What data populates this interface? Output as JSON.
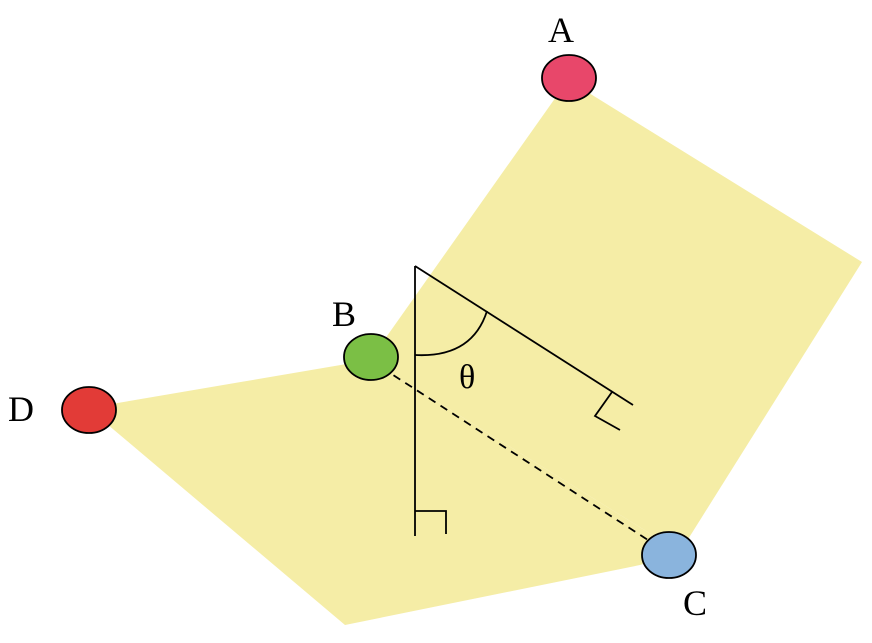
{
  "labels": {
    "A": "A",
    "B": "B",
    "C": "C",
    "D": "D",
    "theta": "θ"
  },
  "colors": {
    "plane_fill": "#f5eda6",
    "point_A": "#e8476a",
    "point_B": "#7bbf45",
    "point_C": "#8ab4dd",
    "point_D": "#e23b37",
    "stroke": "#000000"
  }
}
